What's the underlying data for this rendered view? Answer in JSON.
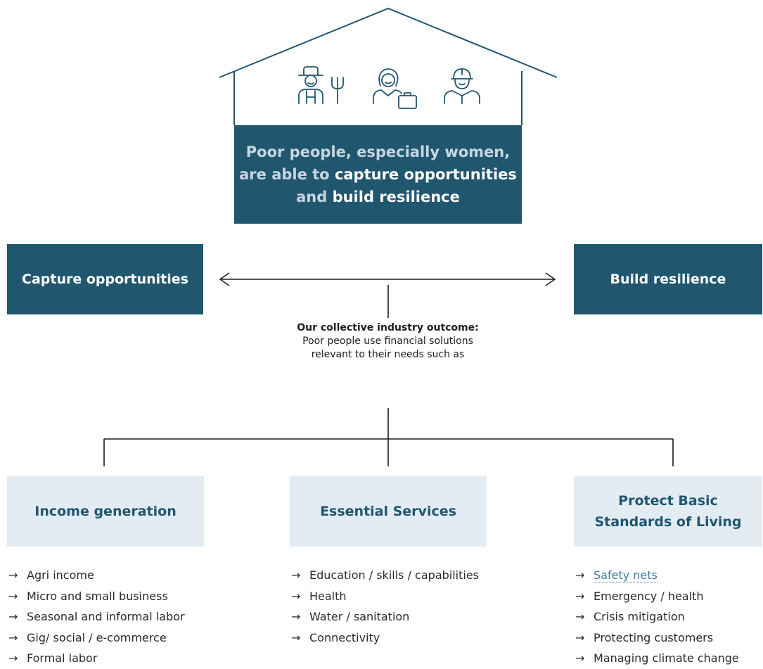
{
  "colors": {
    "dark_box": "#21566f",
    "light_box": "#e3ecf3",
    "line": "#1d1d1d",
    "icon_stroke": "#21566f",
    "link": "#3b78a0"
  },
  "house": {
    "icons": [
      "farmer-icon",
      "businesswoman-icon",
      "worker-hardhat-icon"
    ],
    "goal": {
      "part1": "Poor people, especially women,",
      "part2": "are able to ",
      "part3": "capture opportunities",
      "part4": "and ",
      "part5": "build resilience"
    }
  },
  "left_box": "Capture opportunities",
  "right_box": "Build resilience",
  "outcome": {
    "title": "Our collective industry outcome:",
    "text": "Poor people use financial solutions relevant to their needs such as"
  },
  "columns": [
    {
      "title": "Income generation",
      "items": [
        "Agri income",
        "Micro and small business",
        "Seasonal and informal labor",
        "Gig/ social / e-commerce",
        "Formal labor"
      ]
    },
    {
      "title": "Essential Services",
      "items": [
        "Education / skills / capabilities",
        "Health",
        "Water / sanitation",
        "Connectivity"
      ]
    },
    {
      "title": "Protect Basic Standards of Living",
      "items": [
        "Safety nets",
        "Emergency / health",
        "Crisis mitigation",
        "Protecting customers",
        "Managing climate change"
      ]
    }
  ],
  "list_arrow": "→"
}
